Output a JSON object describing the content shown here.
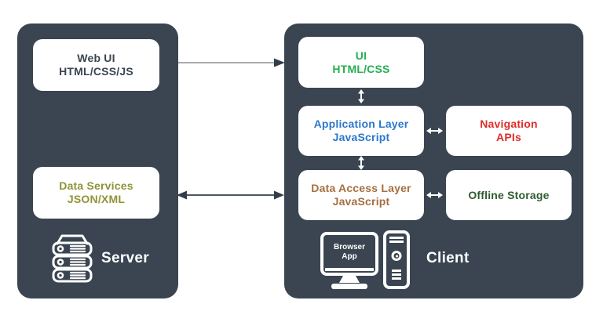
{
  "server_panel": {
    "label": "Server",
    "boxes": [
      {
        "line1": "Web UI",
        "line2": "HTML/CSS/JS",
        "color": "#3a4551"
      },
      {
        "line1": "Data Services",
        "line2": "JSON/XML",
        "color": "#8f9336"
      }
    ]
  },
  "client_panel": {
    "label": "Client",
    "monitor": {
      "line1": "Browser",
      "line2": "App"
    },
    "boxes": [
      {
        "line1": "UI",
        "line2": "HTML/CSS",
        "color": "#27ae52"
      },
      {
        "line1": "Application Layer",
        "line2": "JavaScript",
        "color": "#2b77cc"
      },
      {
        "line1": "Navigation",
        "line2": "APIs",
        "color": "#e02d28"
      },
      {
        "line1": "Data Access Layer",
        "line2": "JavaScript",
        "color": "#a5703f"
      },
      {
        "line1": "Offline Storage",
        "line2": "",
        "color": "#2e5c2e"
      }
    ]
  },
  "colors": {
    "panel_background": "#3a4551",
    "page_background": "#ffffff",
    "box_background": "#ffffff",
    "icon_stroke": "#ffffff",
    "connector_gray": "#a7abaf",
    "connector_dark": "#343e4a"
  },
  "icons": [
    "server-rack-icon",
    "monitor-icon",
    "tower-pc-icon",
    "arrow-right-icon",
    "arrow-double-horizontal-icon",
    "arrow-double-vertical-icon"
  ]
}
